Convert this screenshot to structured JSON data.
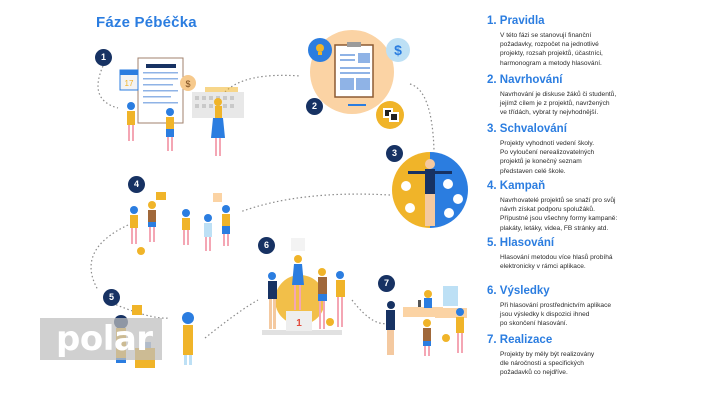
{
  "title": "Fáze Pébéčka",
  "steps": [
    {
      "number": "1",
      "heading": "1. Pravidla",
      "text": "V této fázi se stanovují finanční\npožadavky, rozpočet na jednotlivé\nprojekty, rozsah projektů, účastníci,\nharmonogram a metody hlasování."
    },
    {
      "number": "2",
      "heading": "2. Navrhování",
      "text": "Navrhování je diskuse žáků či studentů,\njejímž cílem je z projektů, navržených\nve třídách, vybrat ty nejvhodnější."
    },
    {
      "number": "3",
      "heading": "3. Schvalování",
      "text": "Projekty vyhodnotí vedení školy.\nPo vyloučení nerealizovatelných\nprojektů je konečný seznam\npředstaven celé škole."
    },
    {
      "number": "4",
      "heading": "4. Kampaň",
      "text": "Navrhovatelé projektů se snaží pro svůj\nnávrh získat podporu spolužáků.\nPřípustné jsou všechny formy kampaně:\nplakáty, letáky, videa, FB stránky atd."
    },
    {
      "number": "5",
      "heading": "5. Hlasování",
      "text": "Hlasování metodou více hlasů probíhá\nelektronicky v rámci aplikace."
    },
    {
      "number": "6",
      "heading": "6. Výsledky",
      "text": "Při  hlasování prostřednictvím aplikace\njsou výsledky k dispozici ihned\npo skončení hlasování."
    },
    {
      "number": "7",
      "heading": "7. Realizace",
      "text": "Projekty by měly být realizovány\ndle náročnosti a specifických\npožadavků co nejdříve."
    }
  ],
  "illustrations": {
    "calendar_day": "17",
    "currency_symbol": "$",
    "podium_place": "1"
  },
  "watermark": "polar",
  "colors": {
    "accent_blue": "#2b7de0",
    "badge_navy": "#173263",
    "yellow": "#f0b429",
    "peach": "#fbd3a4"
  }
}
